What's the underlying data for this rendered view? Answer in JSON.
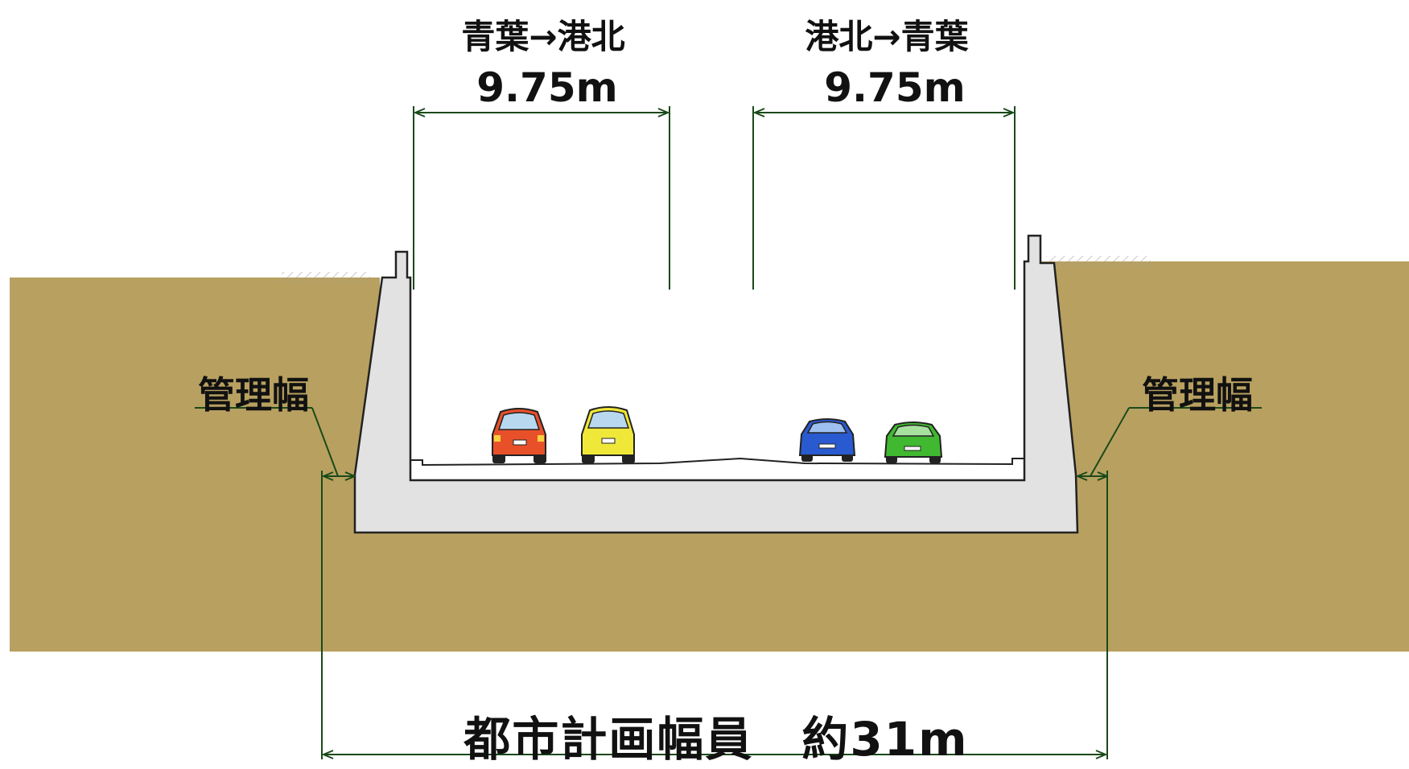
{
  "labels": {
    "direction_left": "青葉→港北",
    "direction_right": "港北→青葉",
    "width_left": "9.75m",
    "width_right": "9.75m",
    "management_left": "管理幅",
    "management_right": "管理幅",
    "total_width": "都市計画幅員　約31m"
  },
  "colors": {
    "soil": "#b8a060",
    "concrete": "#e2e2e2",
    "dimension_line": "#1a4a1a",
    "outline": "#222222",
    "car_red": "#e8502a",
    "car_yellow": "#f0e838",
    "car_blue": "#2a5ad0",
    "car_green": "#40b830"
  }
}
